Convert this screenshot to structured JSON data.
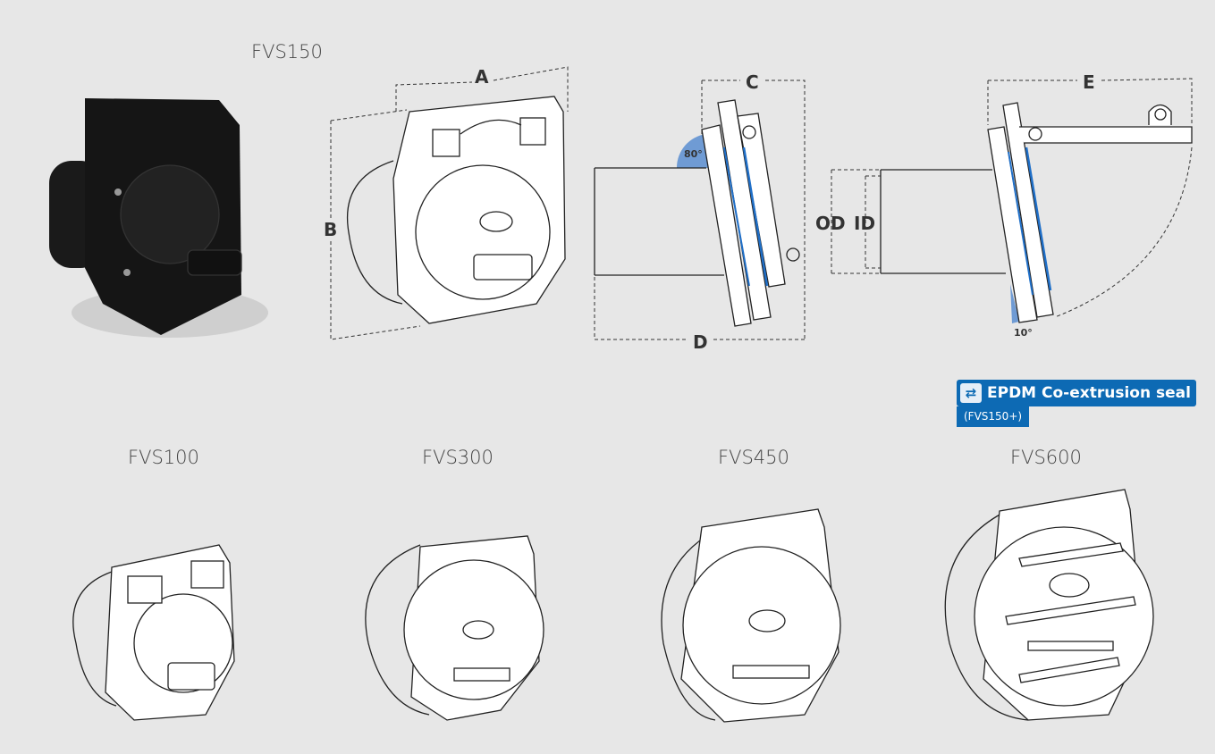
{
  "models": {
    "main": "FVS150",
    "row": [
      "FVS100",
      "FVS300",
      "FVS450",
      "FVS600"
    ]
  },
  "dimensions": {
    "a": "A",
    "b": "B",
    "c": "C",
    "d": "D",
    "e": "E",
    "od": "OD",
    "id": "ID"
  },
  "angles": {
    "top": "80°",
    "bottom": "10°"
  },
  "badge": {
    "icon": "swap-arrows-icon",
    "label": "EPDM Co-extrusion seal",
    "sub": "(FVS150+)",
    "color": "#0d6ab4"
  }
}
